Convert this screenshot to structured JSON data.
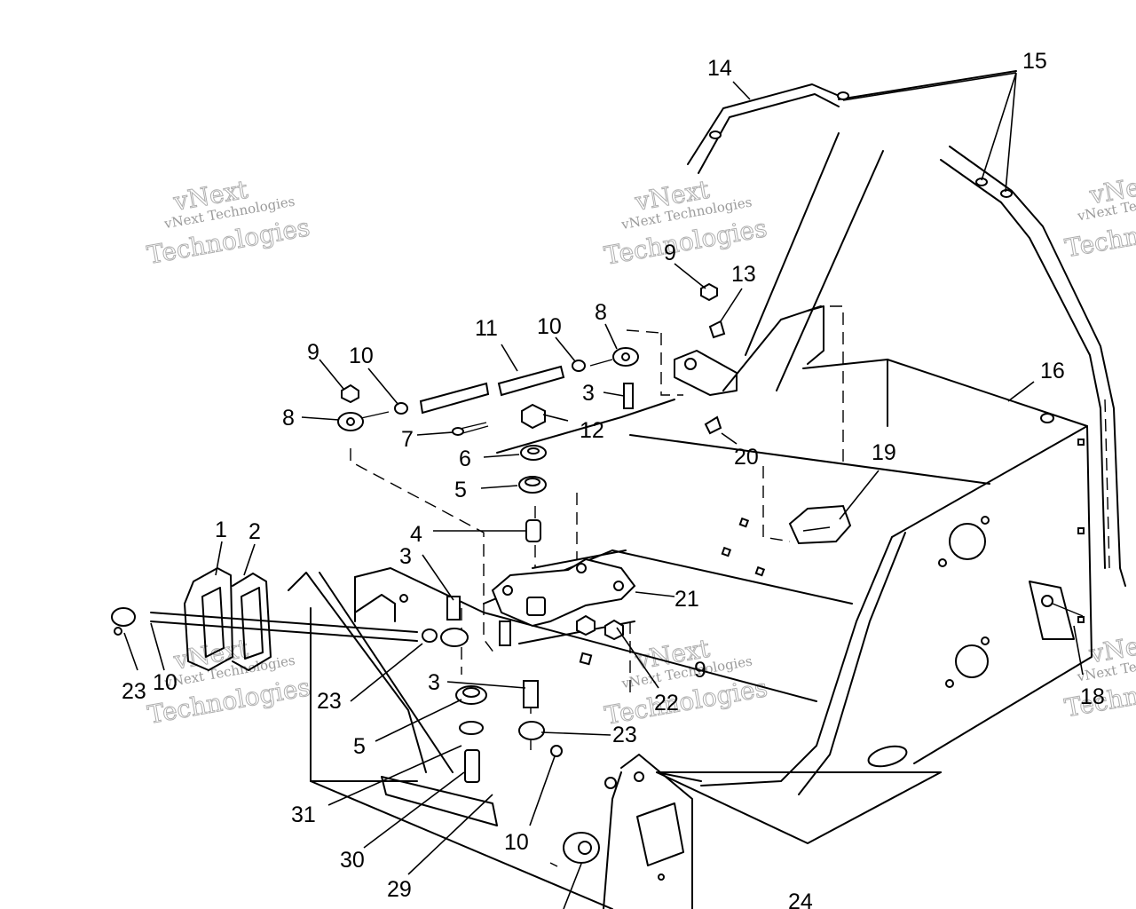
{
  "callouts": {
    "c1": "1",
    "c2": "2",
    "c3a": "3",
    "c3b": "3",
    "c3c": "3",
    "c4": "4",
    "c5a": "5",
    "c5b": "5",
    "c6": "6",
    "c7": "7",
    "c8a": "8",
    "c8b": "8",
    "c9a": "9",
    "c9b": "9",
    "c9c": "9",
    "c10a": "10",
    "c10b": "10",
    "c10c": "10",
    "c10d": "10",
    "c11": "11",
    "c12": "12",
    "c13": "13",
    "c14": "14",
    "c15": "15",
    "c16": "16",
    "c18": "18",
    "c19": "19",
    "c20": "20",
    "c21": "21",
    "c22": "22",
    "c23a": "23",
    "c23b": "23",
    "c23c": "23",
    "c24": "24",
    "c29": "29",
    "c30": "30",
    "c31": "31"
  },
  "watermark": {
    "company": "vNext Technologies",
    "line1": "vNext",
    "line2": "Technologies",
    "fragment1": "vNext Te",
    "fragment2": "Techn"
  }
}
